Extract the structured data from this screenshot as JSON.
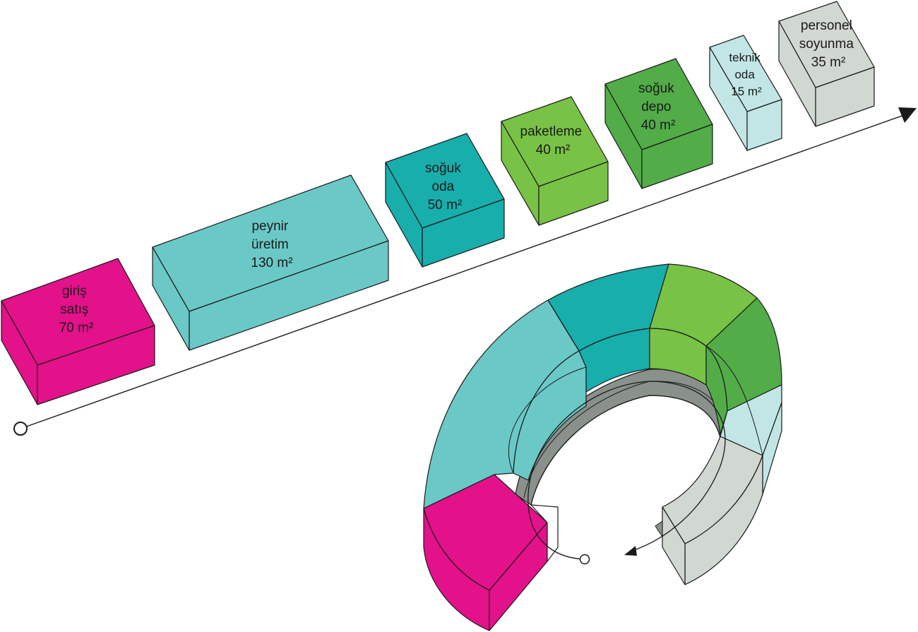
{
  "colors": {
    "magenta": "#e3118a",
    "light_teal": "#6ac9c7",
    "teal": "#17aeac",
    "lime": "#78c245",
    "green": "#52ac48",
    "pale_cyan": "#c2e6e6",
    "light_gray": "#d1d7d1",
    "gray_wall": "#8a918b"
  },
  "rooms": [
    {
      "id": "giris",
      "lines": [
        "giriş",
        "satış",
        "70 m²"
      ]
    },
    {
      "id": "peynir",
      "lines": [
        "peynir",
        "üretim",
        "130 m²"
      ]
    },
    {
      "id": "soguk_oda",
      "lines": [
        "soğuk",
        "oda",
        "50 m²"
      ]
    },
    {
      "id": "paketleme",
      "lines": [
        "paketleme",
        "40 m²"
      ]
    },
    {
      "id": "soguk_depo",
      "lines": [
        "soğuk",
        "depo",
        "40 m²"
      ]
    },
    {
      "id": "teknik",
      "lines": [
        "teknik",
        "oda",
        "15 m²"
      ]
    },
    {
      "id": "personel",
      "lines": [
        "personel",
        "soyunma",
        "35 m²"
      ]
    }
  ]
}
